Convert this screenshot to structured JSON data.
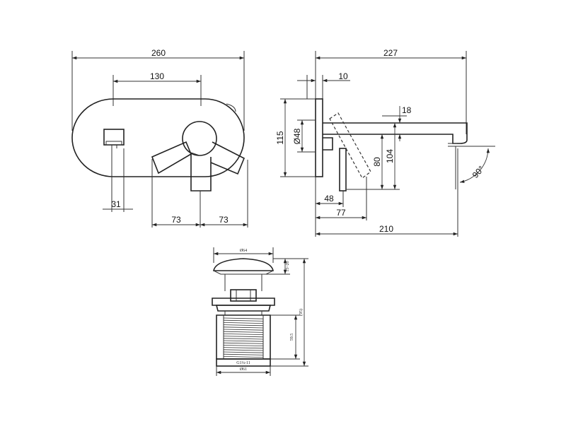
{
  "front_view": {
    "overall_width": "260",
    "center_distance": "130",
    "button_offset": "31",
    "left_span": "73",
    "right_span": "73"
  },
  "side_view": {
    "overall_length": "227",
    "plate_thickness": "10",
    "spout_height": "18",
    "plate_height": "115",
    "knob_diameter": "Ø48",
    "spout_drop": "104",
    "lever_height": "80",
    "lever_offset": "48",
    "lever_reach": "77",
    "spout_length": "210",
    "angle": "90°"
  },
  "waste_detail": {
    "cap_diameter": "Ø64",
    "cap_height": "15~20",
    "total_height": "(95)",
    "thread_length": "59.5",
    "thread_spec": "G1¼-11",
    "thread_diameter": "Ø61"
  }
}
